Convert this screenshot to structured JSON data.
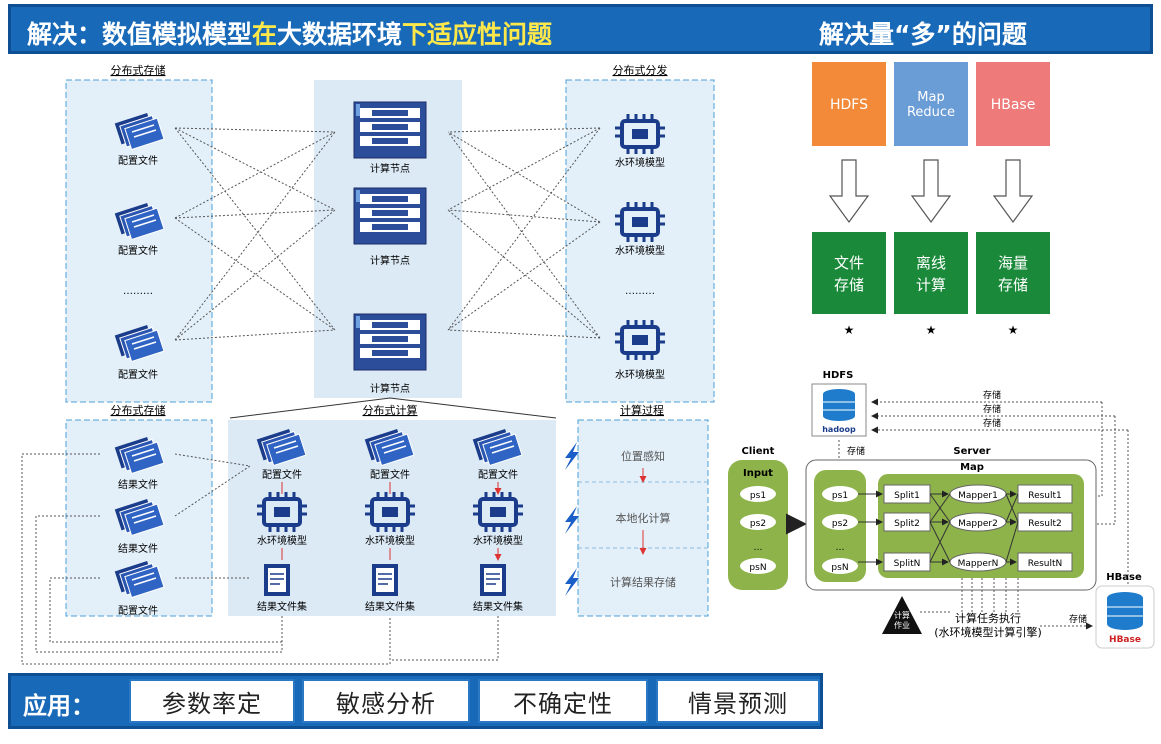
{
  "header": {
    "title_part1": "解决：数值模拟模型",
    "title_part2": "在",
    "title_part3": "大数据环境",
    "title_part4": "下适应性问题",
    "right_title": "解决量“多”的问题"
  },
  "left_diagram": {
    "dist_storage_label": "分布式存储",
    "dist_storage_label2": "分布式存储",
    "dist_dispatch_label": "分布式分发",
    "dist_compute_label": "分布式计算",
    "compute_process_label": "计算过程",
    "config_file": "配置文件",
    "compute_node": "计算节点",
    "water_model": "水环境模型",
    "result_file": "结果文件",
    "result_set": "结果文件集",
    "ellipsis": "………",
    "process_steps": [
      "位置感知",
      "本地化计算",
      "计算结果存储"
    ]
  },
  "tech_boxes": [
    {
      "name": "HDFS",
      "color": "#f28a3a",
      "role": "文件存储"
    },
    {
      "name": "Map Reduce",
      "color": "#6a9cd6",
      "role": "离线计算"
    },
    {
      "name": "HBase",
      "color": "#ee7a7a",
      "role": "海量存储"
    }
  ],
  "role_lines": [
    [
      "文件",
      "存储"
    ],
    [
      "离线",
      "计算"
    ],
    [
      "海量",
      "存储"
    ]
  ],
  "star": "★",
  "mapreduce": {
    "hdfs_label": "HDFS",
    "hbase_label": "HBase",
    "client_label": "Client",
    "server_label": "Server",
    "input_label": "Input",
    "map_label": "Map",
    "store_label": "存储",
    "client_items": [
      "ps1",
      "ps2",
      "…",
      "psN"
    ],
    "server_items": [
      "ps1",
      "ps2",
      "…",
      "psN"
    ],
    "splits": [
      "Split1",
      "Split2",
      "SplitN"
    ],
    "mappers": [
      "Mapper1",
      "Mapper2",
      "MapperN"
    ],
    "results": [
      "Result1",
      "Result2",
      "ResultN"
    ],
    "job_label": [
      "计算",
      "作业"
    ],
    "exec_label": "计算任务执行",
    "engine_label": "(水环境模型计算引擎)",
    "hadoop_logo": "hadoop"
  },
  "footer": {
    "label": "应用：",
    "apps": [
      "参数率定",
      "敏感分析",
      "不确定性",
      "情景预测"
    ]
  }
}
